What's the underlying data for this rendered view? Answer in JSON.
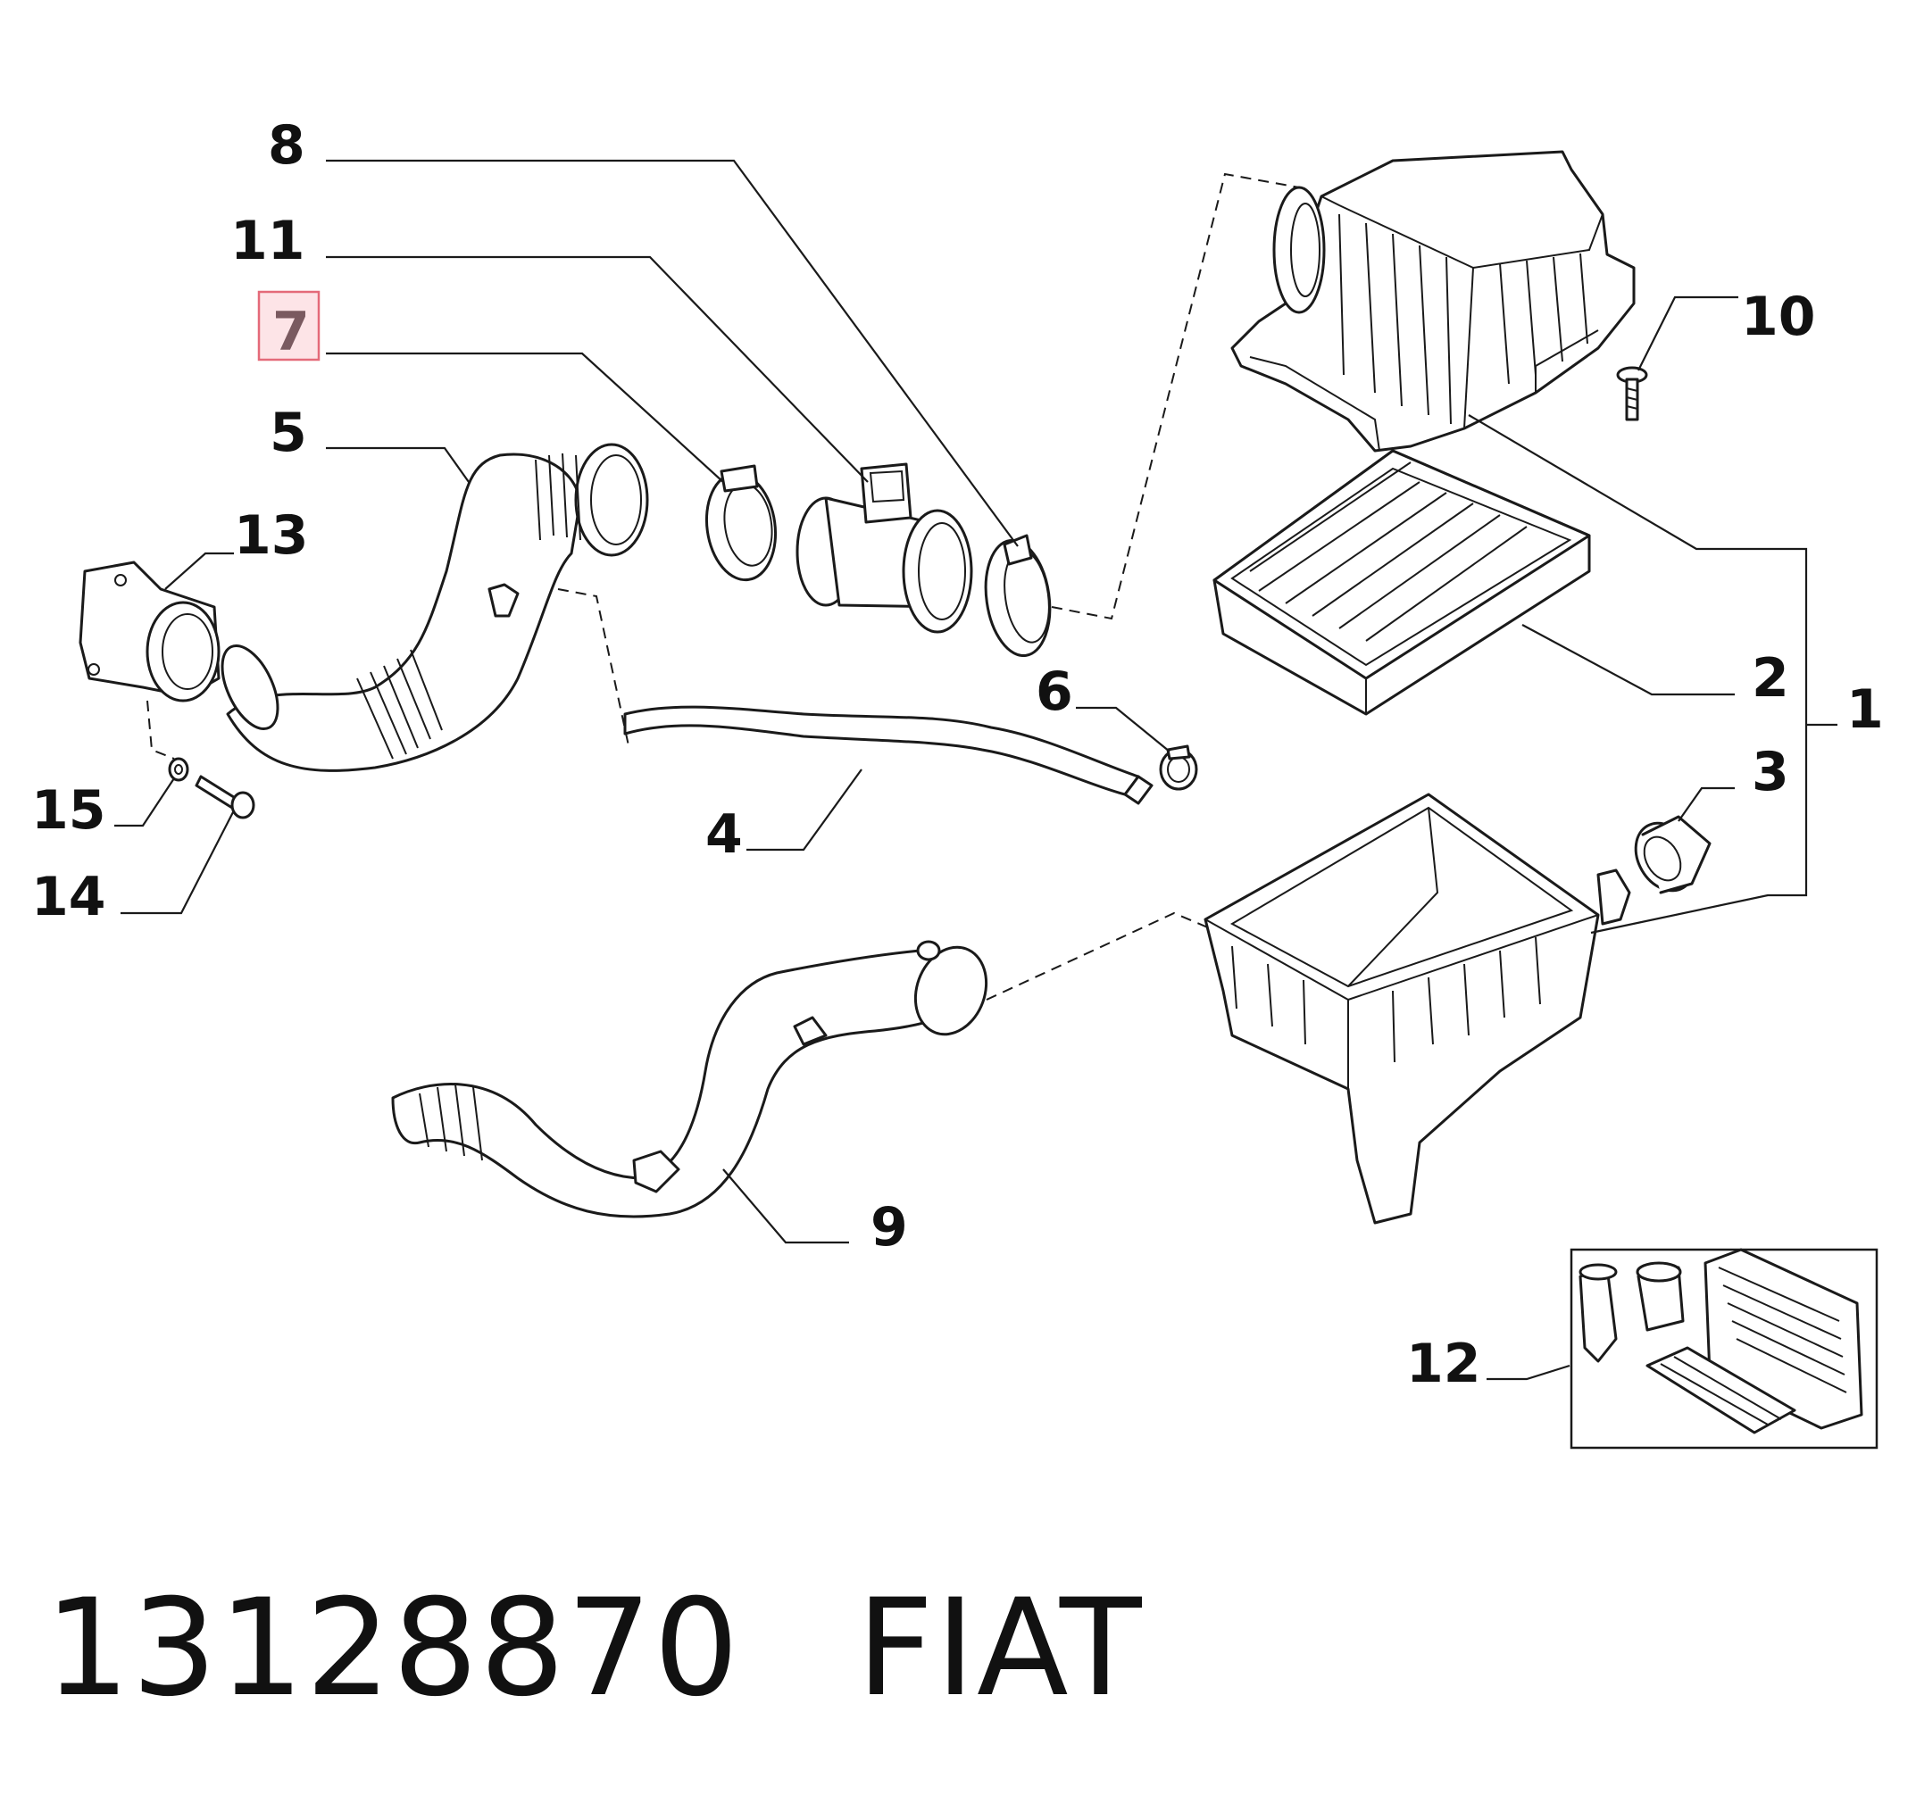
{
  "callouts": {
    "c1": "1",
    "c2": "2",
    "c3": "3",
    "c4": "4",
    "c5": "5",
    "c6": "6",
    "c7": "7",
    "c8": "8",
    "c9": "9",
    "c10": "10",
    "c11": "11",
    "c12": "12",
    "c13": "13",
    "c14": "14",
    "c15": "15"
  },
  "highlighted_part": "7",
  "footer": {
    "part_number": "13128870",
    "brand": "FIAT"
  },
  "colors": {
    "highlight_fill": "#fde4e7",
    "highlight_border": "#e46a79",
    "line": "#1a1a1a"
  }
}
